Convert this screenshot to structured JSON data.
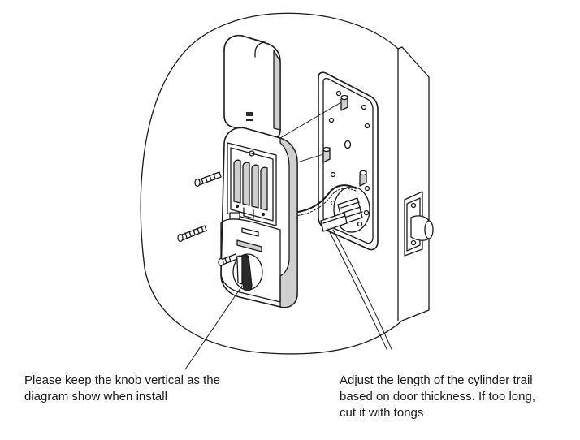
{
  "captions": {
    "knob_note": {
      "line1": "Please keep the knob vertical as the",
      "line2": "diagram show when install"
    },
    "cylinder_note": {
      "line1": "Adjust the length of the cylinder trail",
      "line2": "based on door thickness. If too long,",
      "line3": "cut it with tongs"
    }
  },
  "colors": {
    "line": "#1a1a1a",
    "fill": "#ffffff",
    "shade": "#cfcfcf",
    "dark": "#2a2a2a"
  }
}
